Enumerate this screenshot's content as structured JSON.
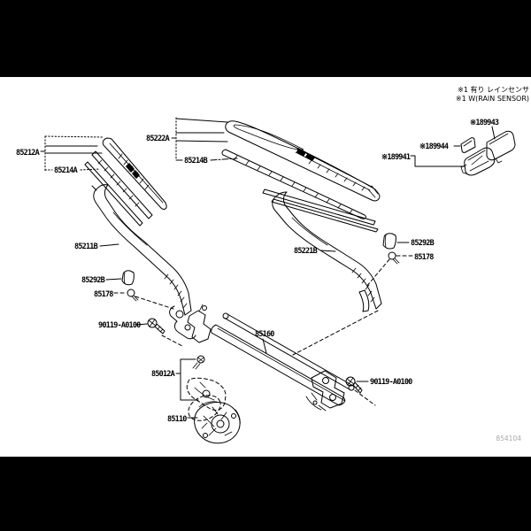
{
  "diagram": {
    "note_line1": "※1 有り レインセンサ",
    "note_line2": "※1 W(RAIN SENSOR)",
    "figure_code": "854104",
    "labels": {
      "blade_lh": "85212A",
      "refill_lh": "85214A",
      "blade_rh": "85222A",
      "refill_rh": "85214B",
      "arm_lh": "85211B",
      "arm_rh": "85221B",
      "cap_lh": "85292B",
      "cap_rh": "85292B",
      "grommet_lh": "85178",
      "grommet_rh": "85178",
      "bolt_lh": "90119-A0100",
      "bolt_rh": "90119-A0100",
      "link": "85160",
      "bracket": "85012A",
      "motor": "85110",
      "sensor_cover": "※189943",
      "sensor_seal": "※189944",
      "sensor": "※189941"
    }
  }
}
